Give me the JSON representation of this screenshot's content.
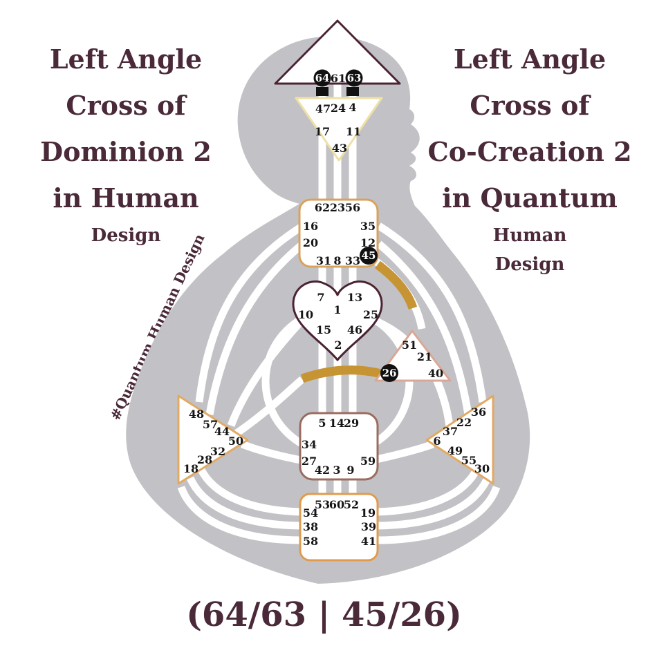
{
  "left_title": {
    "lines": [
      "Left Angle",
      "Cross of",
      "Dominion 2",
      "in Human"
    ],
    "subtitle": "Design"
  },
  "right_title": {
    "lines": [
      "Left Angle",
      "Cross of",
      "Co-Creation 2",
      "in Quantum"
    ],
    "subtitle_lines": [
      "Human",
      "Design"
    ]
  },
  "hashtag": "#Quantum Human Design",
  "cross_notation": "(64/63 | 45/26)",
  "colors": {
    "title_maroon": "#4a2939",
    "body_gray": "#c2c2c6",
    "gold_channel": "#c79434",
    "head_outline": "#4a2333",
    "ajna_outline": "#eee1a6",
    "throat_outline": "#d9a15e",
    "g_outline": "#4a2333",
    "will_outline": "#d9a795",
    "spleen_outline": "#e2a963",
    "solar_plexus_outline": "#e2a963",
    "sacral_outline": "#9b6c60",
    "root_outline": "#e09b4d"
  },
  "defined_gates": [
    "64",
    "63",
    "45",
    "26"
  ],
  "gates": {
    "g64": "64",
    "g61": "61",
    "g63": "63",
    "g47": "47",
    "g24": "24",
    "g4": "4",
    "g17": "17",
    "g11": "11",
    "g43": "43",
    "g62": "62",
    "g23": "23",
    "g56": "56",
    "g16": "16",
    "g35": "35",
    "g20": "20",
    "g12": "12",
    "g31": "31",
    "g8": "8",
    "g33": "33",
    "g45": "45",
    "g7": "7",
    "g13": "13",
    "g1": "1",
    "g10": "10",
    "g25": "25",
    "g15": "15",
    "g46": "46",
    "g2": "2",
    "g51": "51",
    "g21": "21",
    "g40": "40",
    "g26": "26",
    "g48": "48",
    "g57": "57",
    "g44": "44",
    "g50": "50",
    "g32": "32",
    "g28": "28",
    "g18": "18",
    "g36": "36",
    "g22": "22",
    "g37": "37",
    "g6": "6",
    "g49": "49",
    "g55": "55",
    "g30": "30",
    "g5": "5",
    "g14": "14",
    "g29": "29",
    "g34": "34",
    "g27": "27",
    "g59": "59",
    "g42": "42",
    "g3": "3",
    "g9": "9",
    "g53": "53",
    "g60": "60",
    "g52": "52",
    "g54": "54",
    "g19": "19",
    "g38": "38",
    "g39": "39",
    "g58": "58",
    "g41": "41"
  }
}
